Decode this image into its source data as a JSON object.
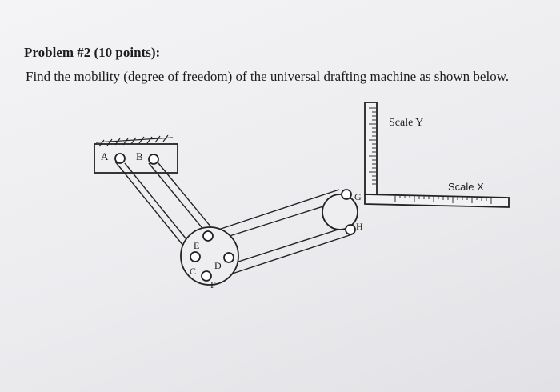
{
  "problem": {
    "title": "Problem #2 (10 points):",
    "question": "Find the mobility (degree of freedom) of the universal drafting machine as shown below."
  },
  "diagram": {
    "scale_y_label": "Scale Y",
    "scale_x_label": "Scale X",
    "joint_labels": {
      "a": "A",
      "b": "B",
      "c": "C",
      "d": "D",
      "e": "E",
      "f": "F",
      "g": "G",
      "h": "H"
    }
  }
}
